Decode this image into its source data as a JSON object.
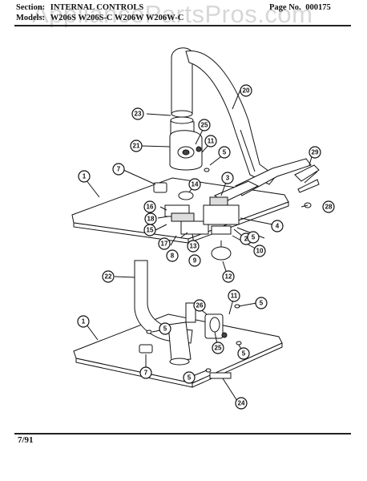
{
  "header": {
    "section_label": "Section:",
    "section_title": "INTERNAL CONTROLS",
    "page_label": "Page No.",
    "page_number": "000175",
    "models_label": "Models:",
    "models": "W206S W206S-C W206W W206W-C"
  },
  "watermark": "AppliancePartsPros.com",
  "footer": {
    "date": "7/91"
  },
  "callouts": {
    "c1a": "1",
    "c1b": "1",
    "c2": "2",
    "c3": "3",
    "c4": "4",
    "c5a": "5",
    "c5b": "5",
    "c5c": "5",
    "c5d": "5",
    "c5e": "5",
    "c5f": "5",
    "c7a": "7",
    "c7b": "7",
    "c8": "8",
    "c9": "9",
    "c10": "10",
    "c11a": "11",
    "c11b": "11",
    "c12": "12",
    "c13": "13",
    "c14": "14",
    "c15": "15",
    "c16": "16",
    "c17": "17",
    "c18": "18",
    "c20": "20",
    "c21": "21",
    "c22": "22",
    "c23": "23",
    "c24": "24",
    "c25a": "25",
    "c25b": "25",
    "c26": "26",
    "c28": "28",
    "c29": "29"
  }
}
